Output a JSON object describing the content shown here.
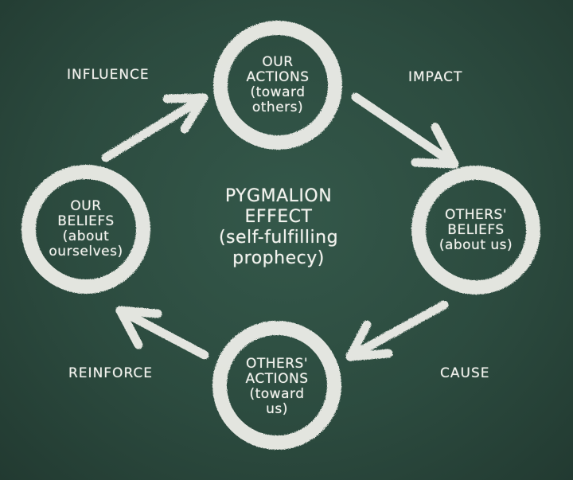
{
  "diagram": {
    "center": [
      "PYGMALION",
      "EFFECT",
      "(self-fulfilling",
      "prophecy)"
    ],
    "nodes": {
      "our_actions": [
        "OUR",
        "ACTIONS",
        "(toward",
        "others)"
      ],
      "others_beliefs": [
        "OTHERS'",
        "BELIEFS",
        "(about us)"
      ],
      "others_actions": [
        "OTHERS'",
        "ACTIONS",
        "(toward",
        "us)"
      ],
      "our_beliefs": [
        "OUR",
        "BELIEFS",
        "(about",
        "ourselves)"
      ]
    },
    "edges": {
      "influence": "INFLUENCE",
      "impact": "IMPACT",
      "cause": "CAUSE",
      "reinforce": "REINFORCE"
    }
  },
  "colors": {
    "board": "#2b4a3d",
    "chalk": "#f3f3ee"
  }
}
